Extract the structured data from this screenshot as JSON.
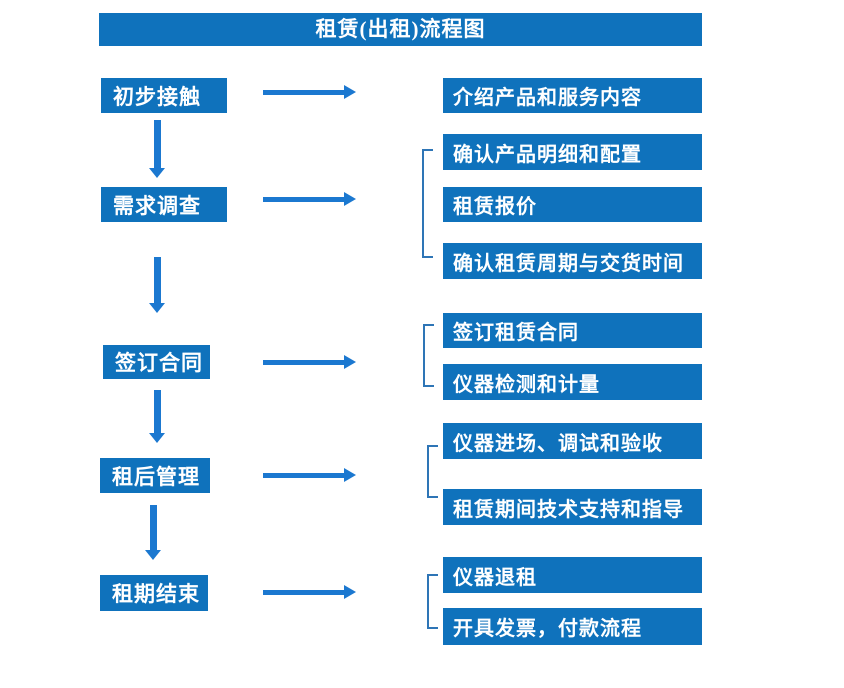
{
  "title": "租赁(出租)流程图",
  "colors": {
    "box_fill": "#0F72BC",
    "arrow": "#1B78D0",
    "bracket": "#2E75B6",
    "text": "#FFFFFF",
    "background": "#FFFFFF"
  },
  "flow": {
    "steps": [
      {
        "label": "初步接触",
        "details": [
          "介绍产品和服务内容"
        ]
      },
      {
        "label": "需求调查",
        "details": [
          "确认产品明细和配置",
          "租赁报价",
          "确认租赁周期与交货时间"
        ]
      },
      {
        "label": "签订合同",
        "details": [
          "签订租赁合同",
          "仪器检测和计量"
        ]
      },
      {
        "label": "租后管理",
        "details": [
          "仪器进场、调试和验收",
          "租赁期间技术支持和指导"
        ]
      },
      {
        "label": "租期结束",
        "details": [
          "仪器退租",
          "开具发票，付款流程"
        ]
      }
    ]
  }
}
